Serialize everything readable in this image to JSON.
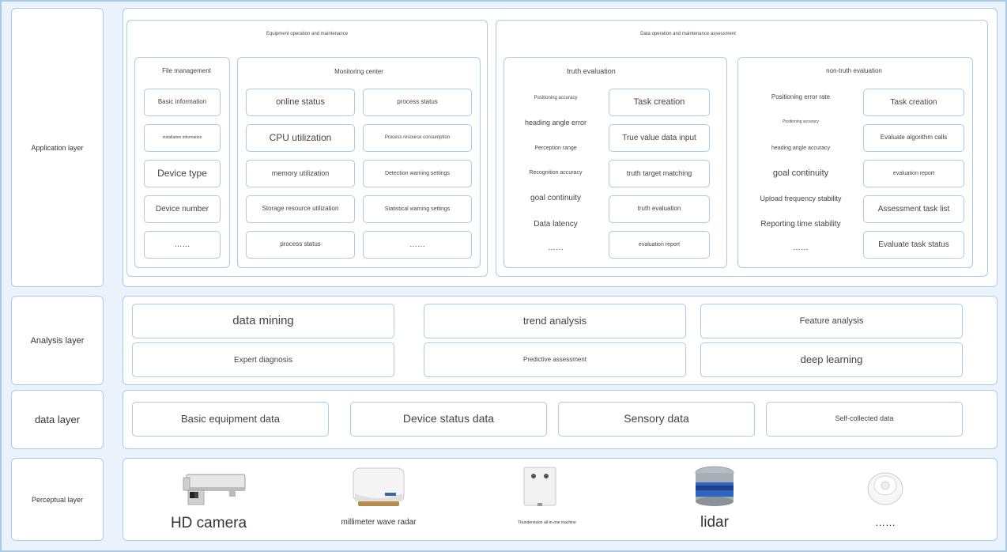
{
  "layers": {
    "application": "Application layer",
    "analysis": "Analysis layer",
    "data": "data layer",
    "perceptual": "Perceptual layer"
  },
  "app": {
    "equipment": {
      "title": "Equipment operation and maintenance",
      "file_management": {
        "title": "File management",
        "items": [
          "Basic information",
          "installation information",
          "Device type",
          "Device number",
          "……"
        ]
      },
      "monitoring": {
        "title": "Monitoring center",
        "left": [
          "online status",
          "CPU utilization",
          "memory utilization",
          "Storage resource utilization",
          "process status"
        ],
        "right": [
          "process status",
          "Process resource consumption",
          "Detection warning settings",
          "Statistical warning settings",
          "……"
        ]
      }
    },
    "data_ops": {
      "title": "Data operation and maintenance assessment",
      "truth": {
        "title": "truth evaluation",
        "left": [
          "Positioning accuracy",
          "heading angle error",
          "Perception range",
          "Recognition accuracy",
          "goal continuity",
          "Data latency",
          "……"
        ],
        "right": [
          "Task creation",
          "True value data input",
          "truth target matching",
          "truth evaluation",
          "evaluation report"
        ]
      },
      "non_truth": {
        "title": "non-truth evaluation",
        "left": [
          "Positioning error rate",
          "Positioning accuracy",
          "heading angle accuracy",
          "goal continuity",
          "Upload frequency stability",
          "Reporting time stability",
          "……"
        ],
        "right": [
          "Task creation",
          "Evaluate algorithm calls",
          "evaluation report",
          "Assessment task list",
          "Evaluate task status"
        ]
      }
    }
  },
  "analysis": [
    "data mining",
    "trend analysis",
    "Feature analysis",
    "Expert diagnosis",
    "Predictive assessment",
    "deep learning"
  ],
  "data_layer": [
    "Basic equipment data",
    "Device status data",
    "Sensory data",
    "Self-collected data"
  ],
  "perceptual": [
    "HD camera",
    "millimeter wave radar",
    "Thundervision all-in-one machine",
    "lidar",
    "……"
  ],
  "colors": {
    "border": "#a9cbe8",
    "background": "#eaf3fb",
    "panel": "#ffffff"
  }
}
